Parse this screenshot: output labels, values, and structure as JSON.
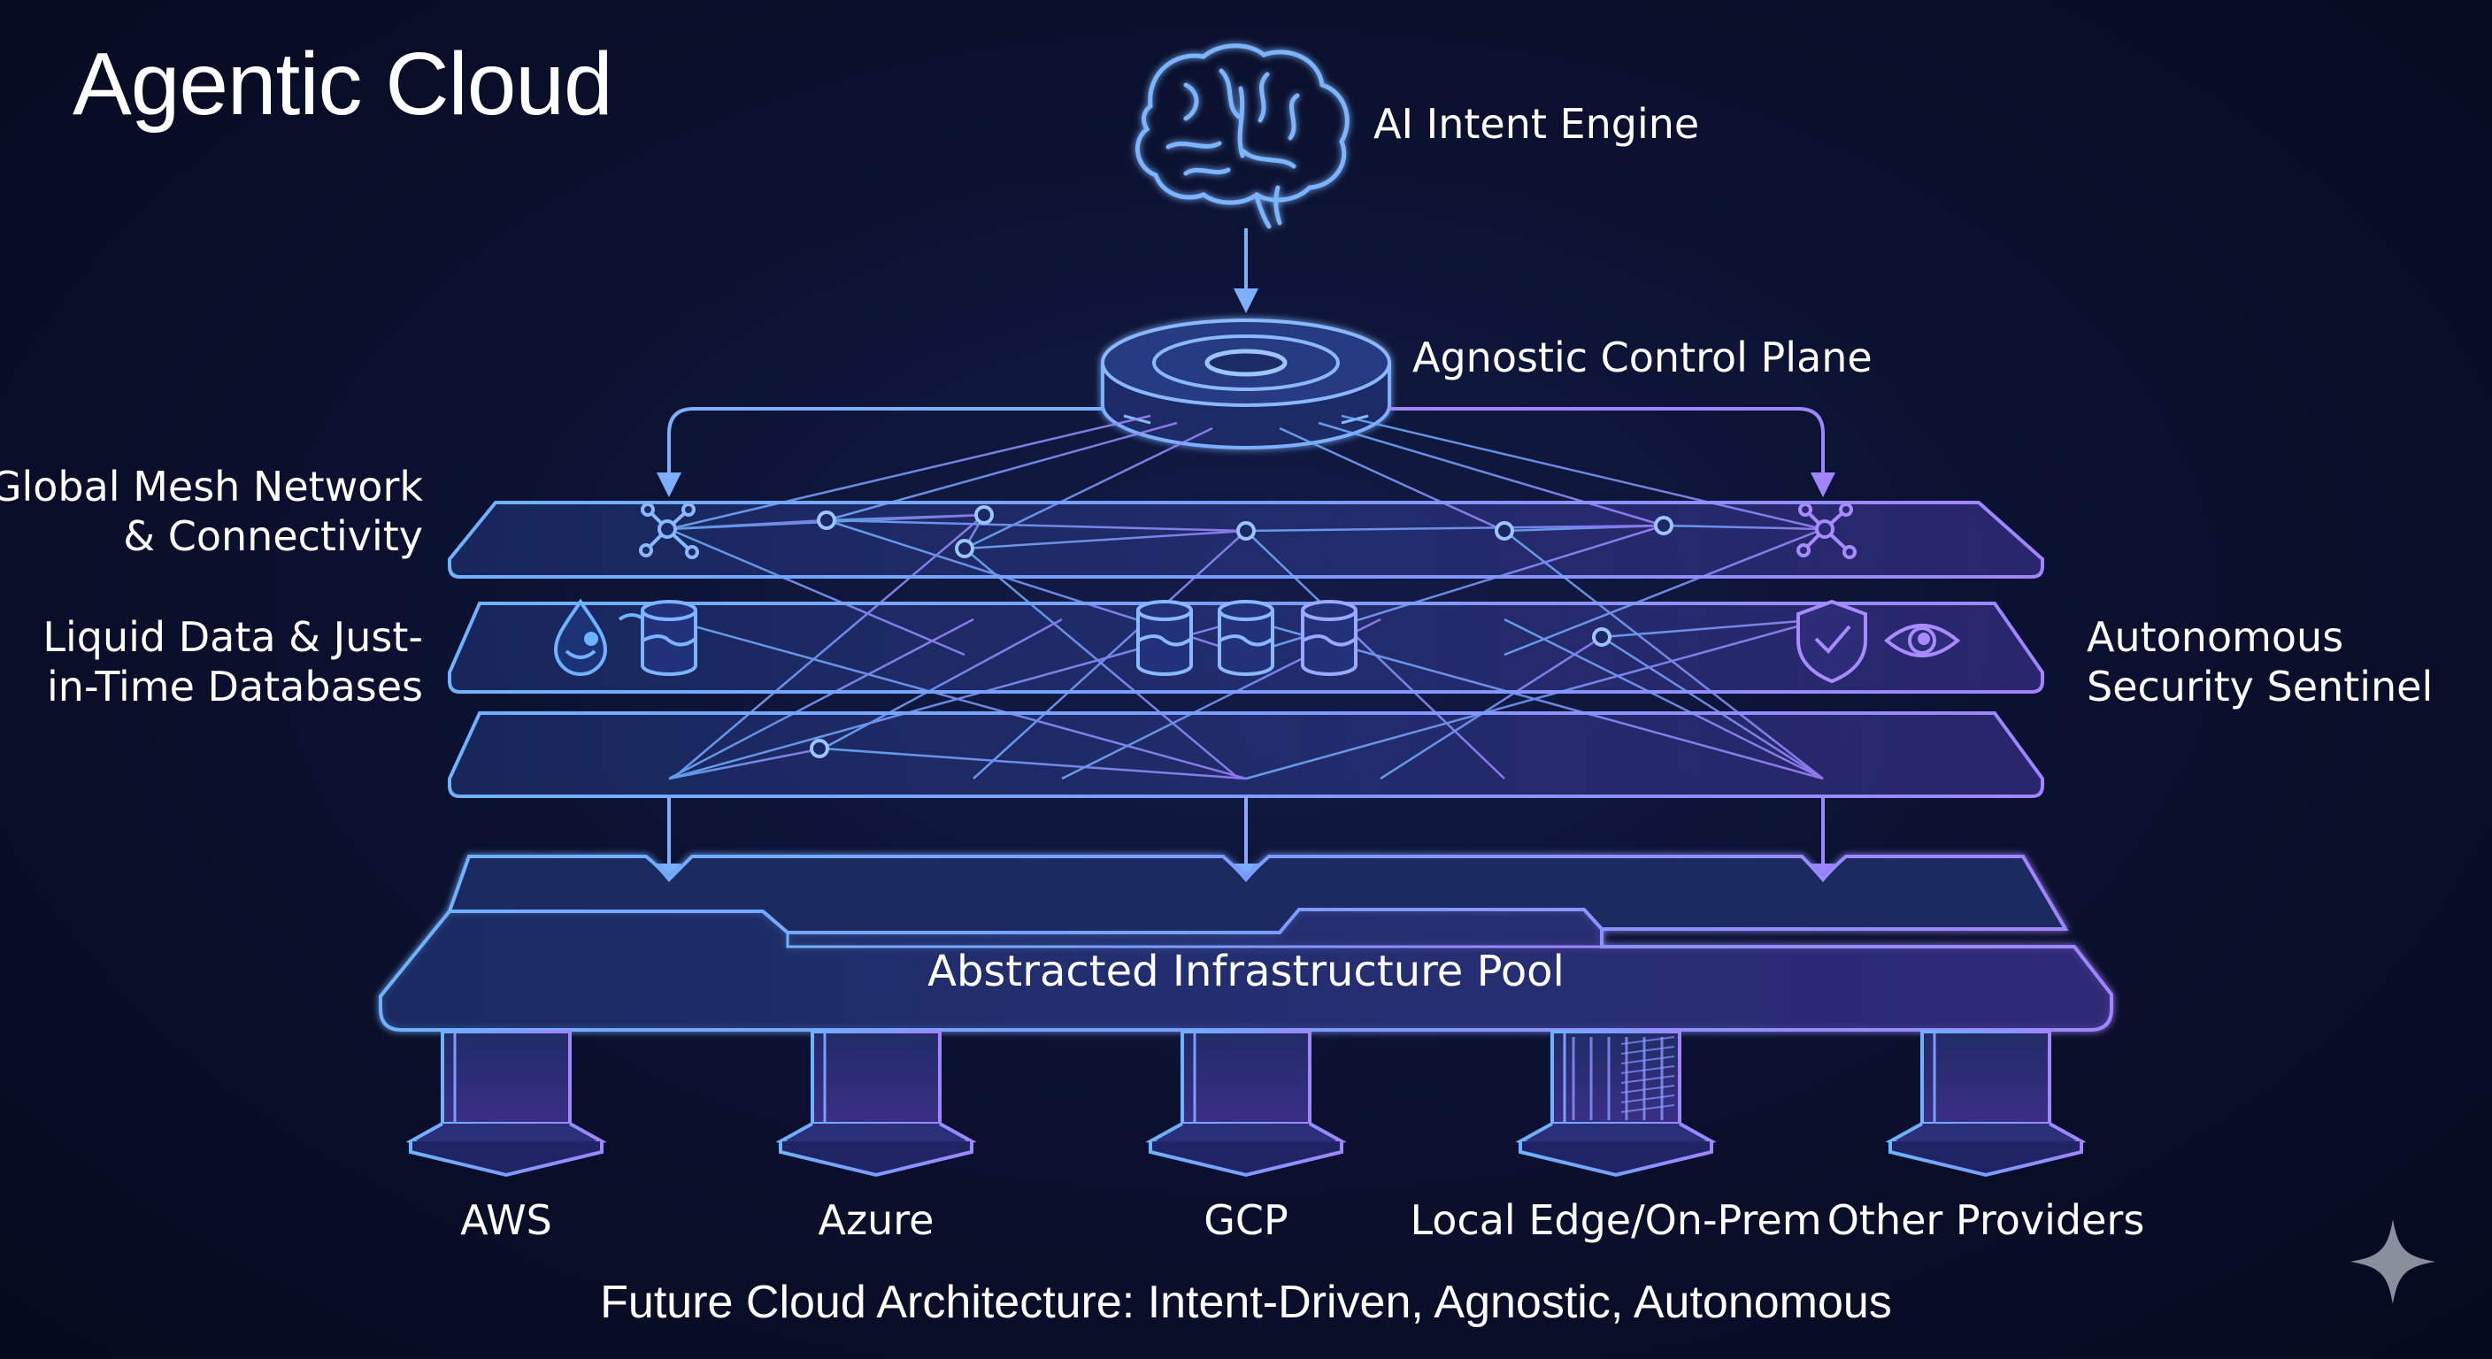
{
  "title": "Agentic Cloud",
  "labels": {
    "intent_engine": "AI Intent Engine",
    "control_plane": "Agnostic Control Plane",
    "mesh_line1": "Global Mesh Network",
    "mesh_line2": "& Connectivity",
    "data_line1": "Liquid Data & Just-",
    "data_line2": "in-Time Databases",
    "security_line1": "Autonomous",
    "security_line2": "Security Sentinel",
    "pool": "Abstracted Infrastructure Pool"
  },
  "providers": [
    "AWS",
    "Azure",
    "GCP",
    "Local Edge/On-Prem",
    "Other Providers"
  ],
  "caption": "Future Cloud Architecture: Intent-Driven, Agnostic, Autonomous",
  "colors": {
    "background": "#0a1030",
    "line_blue": "#6fa8ff",
    "line_violet": "#9a82ff",
    "text": "#ffffff"
  },
  "icons": [
    "brain-icon",
    "network-node-icon",
    "water-drop-icon",
    "database-icon",
    "shield-check-icon",
    "eye-icon",
    "sparkle-icon"
  ]
}
